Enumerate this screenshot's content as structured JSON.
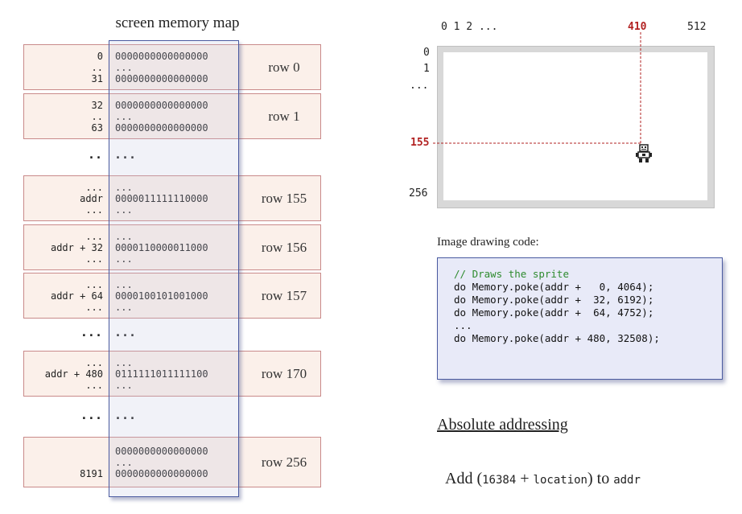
{
  "memory_map": {
    "title": "screen memory map",
    "rows": [
      {
        "left": [
          "0",
          "..",
          "31"
        ],
        "mid": [
          "0000000000000000",
          "...",
          "0000000000000000"
        ],
        "right": "row 0"
      },
      {
        "left": [
          "32",
          "..",
          "63"
        ],
        "mid": [
          "0000000000000000",
          "...",
          "0000000000000000"
        ],
        "right": "row 1"
      },
      {
        "left": [
          ".."
        ],
        "mid": [
          "..."
        ],
        "right": ""
      },
      {
        "left": [
          "...",
          "addr",
          "..."
        ],
        "mid": [
          "...",
          "0000011111110000",
          "..."
        ],
        "right": "row 155"
      },
      {
        "left": [
          "...",
          "addr + 32",
          "..."
        ],
        "mid": [
          "...",
          "0000110000011000",
          "..."
        ],
        "right": "row 156"
      },
      {
        "left": [
          "...",
          "addr + 64",
          "..."
        ],
        "mid": [
          "...",
          "0000100101001000",
          "..."
        ],
        "right": "row 157"
      },
      {
        "left": [
          "..."
        ],
        "mid": [
          "..."
        ],
        "right": ""
      },
      {
        "left": [
          "...",
          "addr + 480",
          "..."
        ],
        "mid": [
          "...",
          "0111111011111100",
          "..."
        ],
        "right": "row 170"
      },
      {
        "left": [
          "..."
        ],
        "mid": [
          "..."
        ],
        "right": ""
      },
      {
        "left": [
          "",
          "",
          "8191"
        ],
        "mid": [
          "0000000000000000",
          "...",
          "0000000000000000"
        ],
        "right": "row 256"
      }
    ]
  },
  "screen": {
    "top_labels": [
      "0 1 2 ...",
      "410",
      "512"
    ],
    "left_labels": [
      "0",
      "1",
      "...",
      "155",
      "256"
    ],
    "highlight_color": "#b22222",
    "sprite_icon": "robot-sprite-icon"
  },
  "code": {
    "caption": "Image drawing code:",
    "lines": [
      "// Draws the sprite",
      "do Memory.poke(addr +   0, 4064);",
      "do Memory.poke(addr +  32, 6192);",
      "do Memory.poke(addr +  64, 4752);",
      "...",
      "do Memory.poke(addr + 480, 32508);"
    ],
    "comment_color": "#2e8b2e"
  },
  "absolute": {
    "heading": "Absolute addressing",
    "prefix": "Add (",
    "num": "16384",
    "plus": " + ",
    "var": "location",
    "mid": ") to ",
    "target": "addr"
  }
}
